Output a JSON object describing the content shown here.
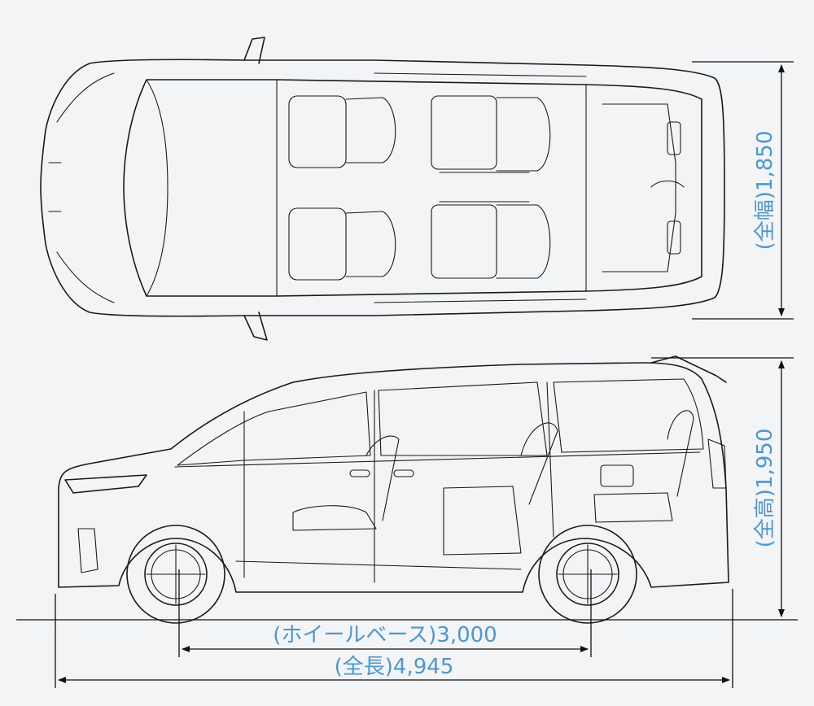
{
  "dimensions": {
    "width": {
      "label": "(全幅)",
      "value": "1,850"
    },
    "height": {
      "label": "(全高)",
      "value": "1,950"
    },
    "wheelbase": {
      "label": "(ホイールベース)",
      "value": "3,000"
    },
    "length": {
      "label": "(全長)",
      "value": "4,945"
    }
  },
  "colors": {
    "background": "#f3f4f6",
    "line": "#1a1a1a",
    "label": "#4d97cf"
  }
}
